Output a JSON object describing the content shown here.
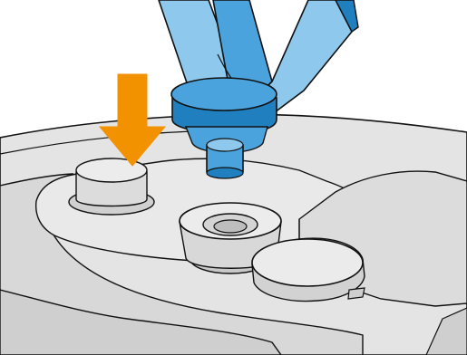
{
  "illustration": {
    "colors": {
      "background": "#ffffff",
      "lid_light": "#e6e6e6",
      "lid_mid": "#d6d6d6",
      "lid_dark": "#bdbdbd",
      "outline": "#111111",
      "arm_light": "#8ec8ec",
      "arm_mid": "#4aa3dc",
      "arm_dark": "#1f7fbf",
      "arrow": "#f39200"
    },
    "parts": {
      "lid": "container-lid",
      "left_plug": "closed-cap-plug",
      "center_port": "open-port-socket",
      "flip_cap": "hinged-flip-cap",
      "tool_arm": "blue-handling-tool",
      "arrow": "press-down-arrow"
    }
  }
}
